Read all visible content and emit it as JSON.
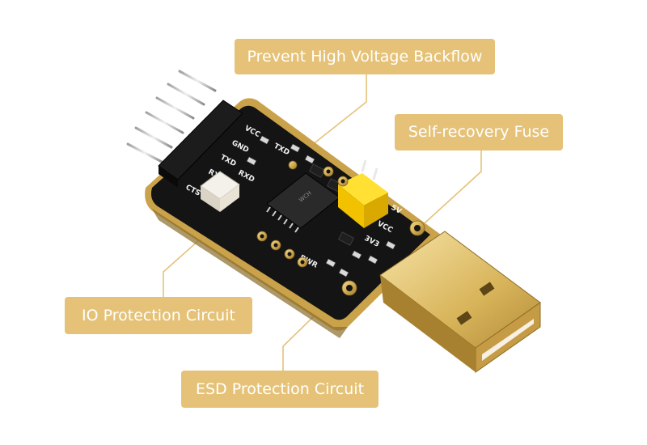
{
  "colors": {
    "callout_bg": "#e5c277",
    "callout_text": "#ffffff",
    "leader_line": "#e5c277",
    "pcb": "#141414",
    "pcb_edge": "#c9a24a",
    "gold": "#d8b45a",
    "silkscreen": "#f2f2f2",
    "jumper": "#f5d20a"
  },
  "callouts": {
    "backflow": "Prevent High Voltage Backflow",
    "fuse": "Self-recovery Fuse",
    "io": "IO Protection Circuit",
    "esd": "ESD Protection Circuit"
  },
  "silkscreen": {
    "vcc": "VCC",
    "gnd": "GND",
    "txd": "TXD",
    "rxd": "RXD",
    "cts": "CTS",
    "txd_led": "TXD",
    "rxd_led": "RXD",
    "v5": "5V",
    "vcc_jumper": "VCC",
    "v3v3": "3V3",
    "pwr": "PWR",
    "chip": "WCH"
  }
}
